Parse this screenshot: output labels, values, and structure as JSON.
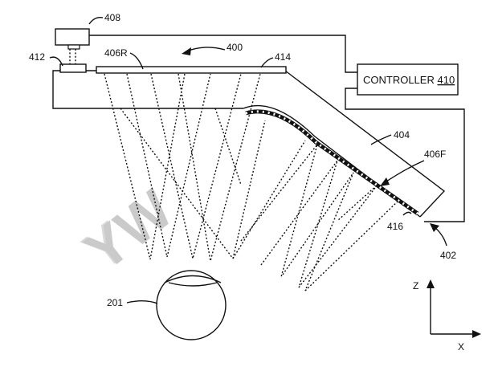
{
  "labels": {
    "system": "400",
    "projector": "408",
    "sensor": "412",
    "rear_grating": "406R",
    "rear_plate": "414",
    "controller": "CONTROLLER",
    "controller_num": "410",
    "front_waveguide": "404",
    "front_grating": "406F",
    "front_coupler": "416",
    "device": "402",
    "eye": "201",
    "axis_z": "Z",
    "axis_x": "X"
  },
  "watermark": "YW"
}
